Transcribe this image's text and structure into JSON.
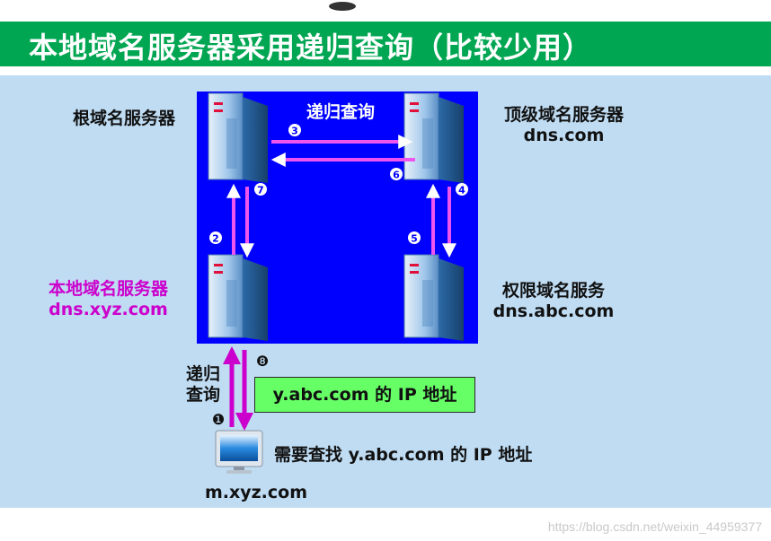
{
  "title": "本地域名服务器采用递归查询（比较少用）",
  "servers": {
    "root": {
      "name": "根域名服务器"
    },
    "tld": {
      "name": "顶级域名服务器",
      "domain": "dns.com"
    },
    "local": {
      "name": "本地域名服务器",
      "domain": "dns.xyz.com"
    },
    "auth": {
      "name": "权限域名服务",
      "domain": "dns.abc.com"
    }
  },
  "recursive_label_top": "递归查询",
  "recursive_label_side_line1": "递归",
  "recursive_label_side_line2": "查询",
  "client": {
    "name": "m.xyz.com",
    "query": "需要查找 y.abc.com 的 IP 地址"
  },
  "result": "y.abc.com 的 IP 地址",
  "steps": {
    "s1": "❶",
    "s2": "2",
    "s3": "3",
    "s4": "4",
    "s5": "5",
    "s6": "6",
    "s7": "7",
    "s8": "❽"
  },
  "colors": {
    "title_bar": "#00a651",
    "panel": "#bfdcf3",
    "box": "#0000ff",
    "arrow": "#dd44dd",
    "magenta_text": "#cc00cc",
    "result_box": "#66ff66"
  },
  "watermark": "https://blog.csdn.net/weixin_44959377"
}
